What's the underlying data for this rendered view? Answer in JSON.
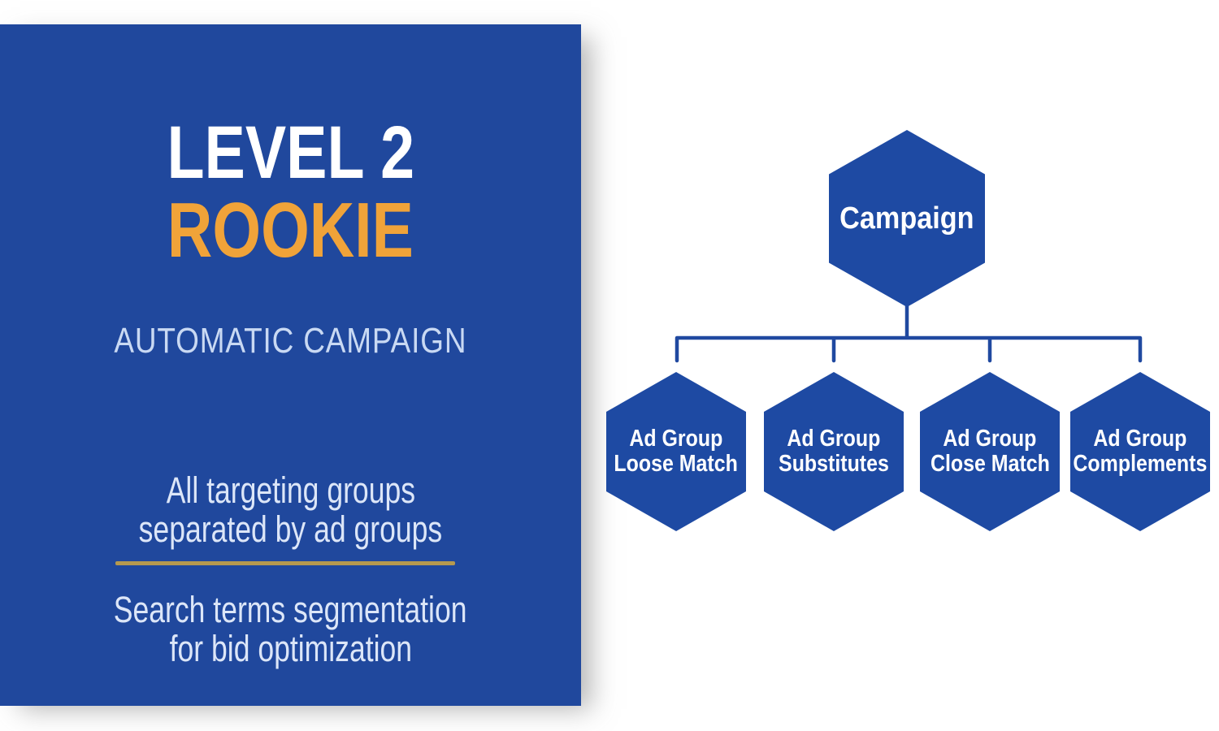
{
  "left_panel": {
    "level_title": "LEVEL 2",
    "tier_title": "ROOKIE",
    "subtitle": "AUTOMATIC CAMPAIGN",
    "feature_1": {
      "line1": "All targeting groups",
      "line2": "separated by ad groups"
    },
    "feature_2": {
      "line1": "Search terms segmentation",
      "line2": "for bid optimization"
    }
  },
  "diagram": {
    "root_label": "Campaign",
    "children": [
      {
        "line1": "Ad Group",
        "line2": "Loose Match"
      },
      {
        "line1": "Ad Group",
        "line2": "Substitutes"
      },
      {
        "line1": "Ad Group",
        "line2": "Close Match"
      },
      {
        "line1": "Ad Group",
        "line2": "Complements"
      }
    ]
  },
  "colors": {
    "background": "#FFFFFF",
    "panel": "#20489D",
    "hex": "#1E4AA3",
    "connector": "#2049A0",
    "title_white": "#FFFFFF",
    "accent_orange": "#F0A339",
    "subtitle": "#C9D9F3",
    "body": "#DCE6F8",
    "divider": "#B5994E"
  }
}
